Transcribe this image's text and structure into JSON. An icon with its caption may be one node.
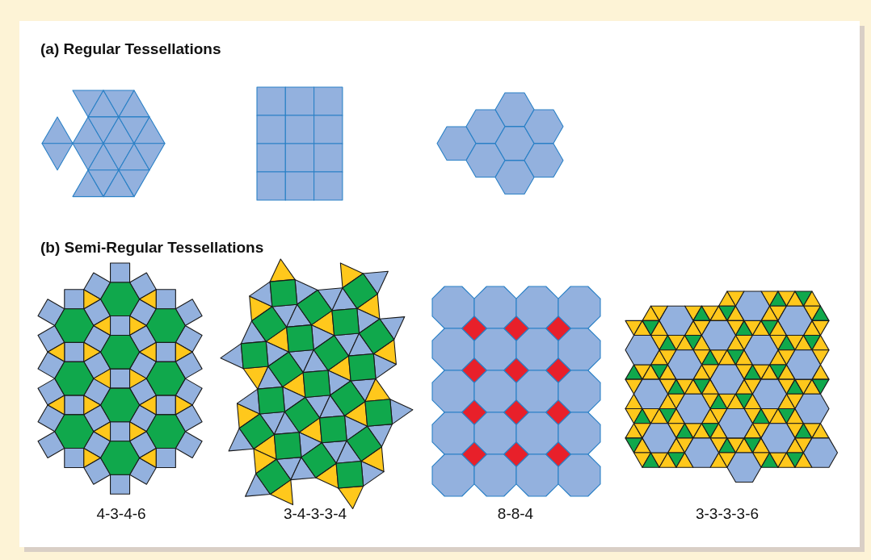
{
  "diagram": {
    "labels": [
      "(a) Regular Tessellations",
      "(b) Semi-Regular Tessellations",
      "4-3-4-6",
      "3-4-3-3-4",
      "8-8-4",
      "3-3-3-3-6"
    ]
  }
}
